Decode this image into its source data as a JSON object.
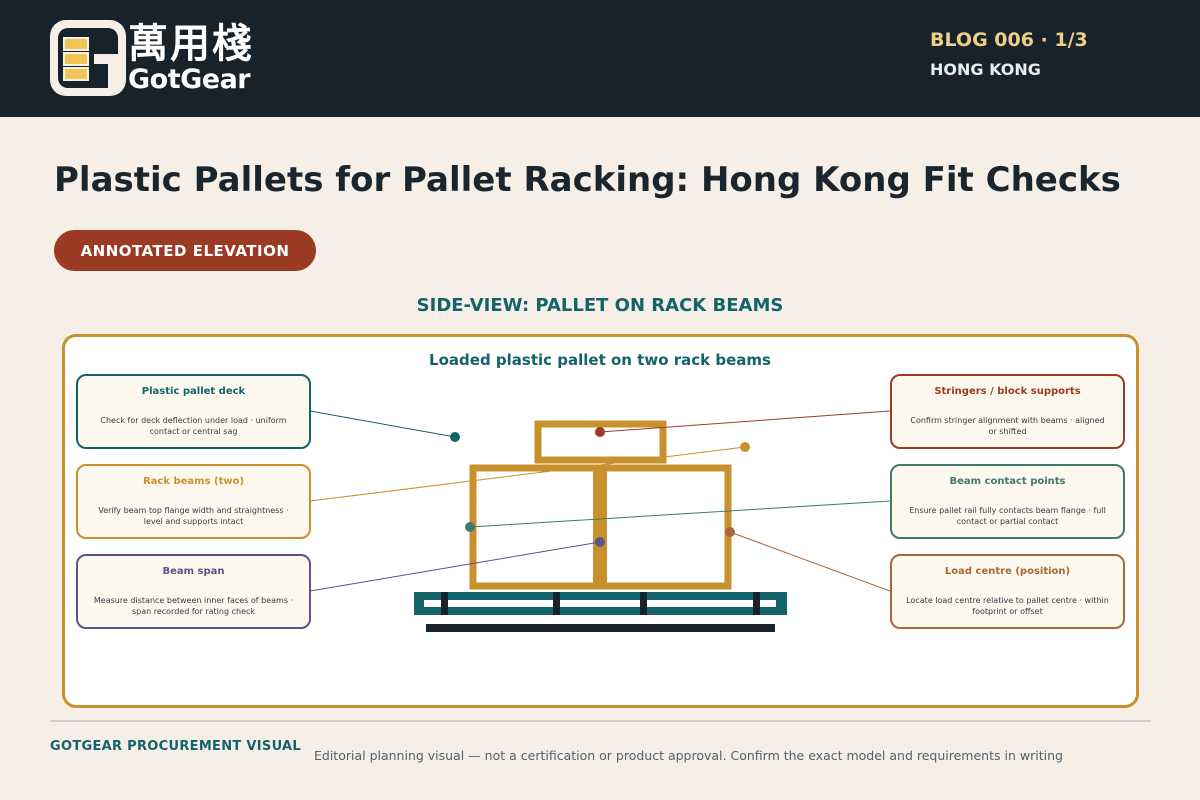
{
  "header": {
    "brand_cn": "萬用棧",
    "brand_en": "GotGear",
    "blog_number": "BLOG 006 · 1/3",
    "location": "HONG KONG"
  },
  "title": "Plastic Pallets for Pallet Racking: Hong Kong Fit Checks",
  "badge": "ANNOTATED ELEVATION",
  "section_title": "SIDE-VIEW: PALLET ON RACK BEAMS",
  "diagram": {
    "title": "Loaded plastic pallet on two rack beams",
    "callouts_left": [
      {
        "title": "Plastic pallet deck",
        "desc": "Check for deck deflection under load · uniform contact or central sag",
        "color": "#14626a"
      },
      {
        "title": "Rack beams (two)",
        "desc": "Verify beam top flange width and straightness · level and supports intact",
        "color": "#c9902e"
      },
      {
        "title": "Beam span",
        "desc": "Measure distance between inner faces of beams · span recorded for rating check",
        "color": "#5e5287"
      }
    ],
    "callouts_right": [
      {
        "title": "Stringers / block supports",
        "desc": "Confirm stringer alignment with beams · aligned or shifted",
        "color": "#9c3b24"
      },
      {
        "title": "Beam contact points",
        "desc": "Ensure pallet rail fully contacts beam flange · full contact or partial contact",
        "color": "#3f7a6a"
      },
      {
        "title": "Load centre (position)",
        "desc": "Locate load centre relative to pallet centre · within footprint or offset",
        "color": "#a8683a"
      }
    ]
  },
  "footer": {
    "brand": "GOTGEAR PROCUREMENT VISUAL",
    "note": "Editorial planning visual — not a certification or product approval. Confirm the exact model and requirements in writing"
  }
}
